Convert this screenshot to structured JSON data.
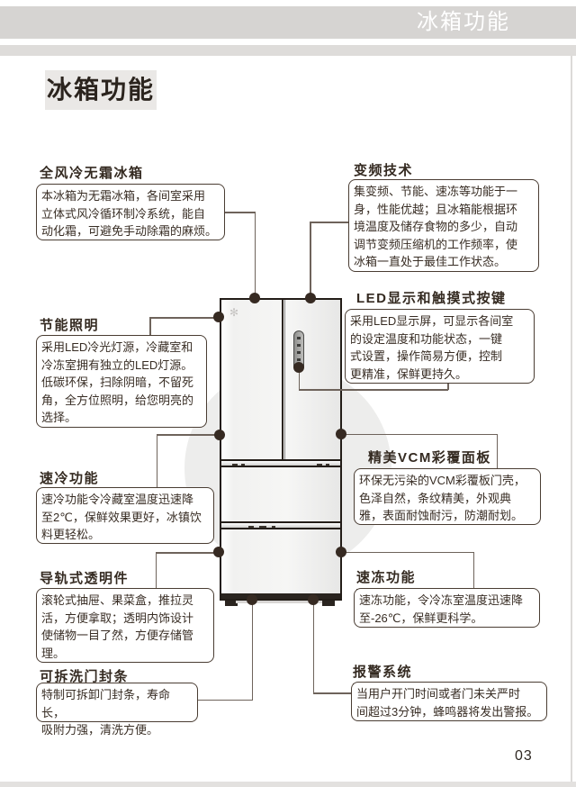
{
  "page": {
    "header_title": "冰箱功能",
    "section_title": "冰箱功能",
    "page_number": "03"
  },
  "features": {
    "frost_free": {
      "title": "全风冷无霜冰箱",
      "body": "本冰箱为无霜冰箱，各间室采用\n立体式风冷循环制冷系统，能自\n动化霜，可避免手动除霜的麻烦。"
    },
    "inverter": {
      "title": "变频技术",
      "body": "集变频、节能、速冻等功能于一\n身，性能优越；且冰箱能根据环\n境温度及储存食物的多少，自动\n调节变频压缩机的工作频率，使\n冰箱一直处于最佳工作状态。"
    },
    "led_display": {
      "title": "LED显示和触摸式按键",
      "body": "采用LED显示屏，可显示各间室\n的设定温度和功能状态，一键\n式设置，操作简易方便，控制\n更精准，保鲜更持久。"
    },
    "lighting": {
      "title": "节能照明",
      "body": "采用LED冷光灯源，冷藏室和\n冷冻室拥有独立的LED灯源。\n低碳环保，扫除阴暗，不留死\n角，全方位照明，给您明亮的\n选择。"
    },
    "vcm_panel": {
      "title": "精美VCM彩覆面板",
      "body": "环保无污染的VCM彩覆板门壳，\n色泽自然，条纹精美，外观典\n雅，表面耐蚀耐污，防潮耐划。"
    },
    "quick_cool": {
      "title": "速冷功能",
      "body": "速冷功能令冷藏室温度迅速降\n至2℃，保鲜效果更好，冰镇饮\n料更轻松。"
    },
    "drawers": {
      "title": "导轨式透明件",
      "body": "滚轮式抽屉、果菜盒，推拉灵\n活，方便拿取；透明内饰设计\n使储物一目了然，方便存储管\n理。"
    },
    "quick_freeze": {
      "title": "速冻功能",
      "body": "速冻功能，令冷冻室温度迅速降\n至-26℃，保鲜更科学。"
    },
    "door_seal": {
      "title": "可拆洗门封条",
      "body": "特制可拆卸门封条，寿命长，\n吸附力强，清洗方便。"
    },
    "alarm": {
      "title": "报警系统",
      "body": "当用户开门时间或者门未关严时\n间超过3分钟，蜂鸣器将发出警报。"
    }
  },
  "icons": {
    "logo": "snowflake-logo",
    "display": "led-display-panel"
  },
  "colors": {
    "header_band": "#d6d4d2",
    "sub_band": "#dedcda",
    "title_highlight": "#eae8e6",
    "text": "#382d24",
    "box_border": "#4a3d33",
    "callout_line": "#6e635b",
    "callout_dot": "#362a22",
    "fridge_outline": "#231d18",
    "watermark_circle": "#ededec"
  }
}
